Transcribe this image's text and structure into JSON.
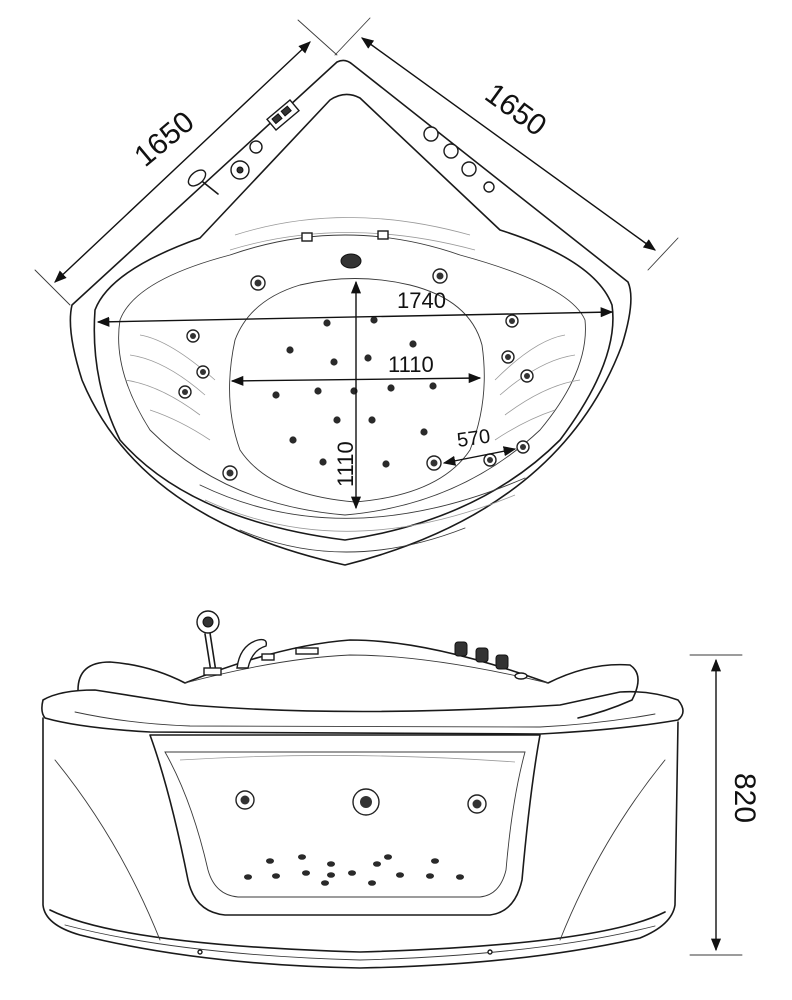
{
  "dimensions": {
    "top_left_side": "1650",
    "top_right_side": "1650",
    "overall_width": "1740",
    "inner_basin_width": "1110",
    "inner_basin_depth": "1110",
    "seat_spacing": "570",
    "height": "820"
  },
  "colors": {
    "line": "#1a1a1a",
    "background": "#ffffff"
  }
}
